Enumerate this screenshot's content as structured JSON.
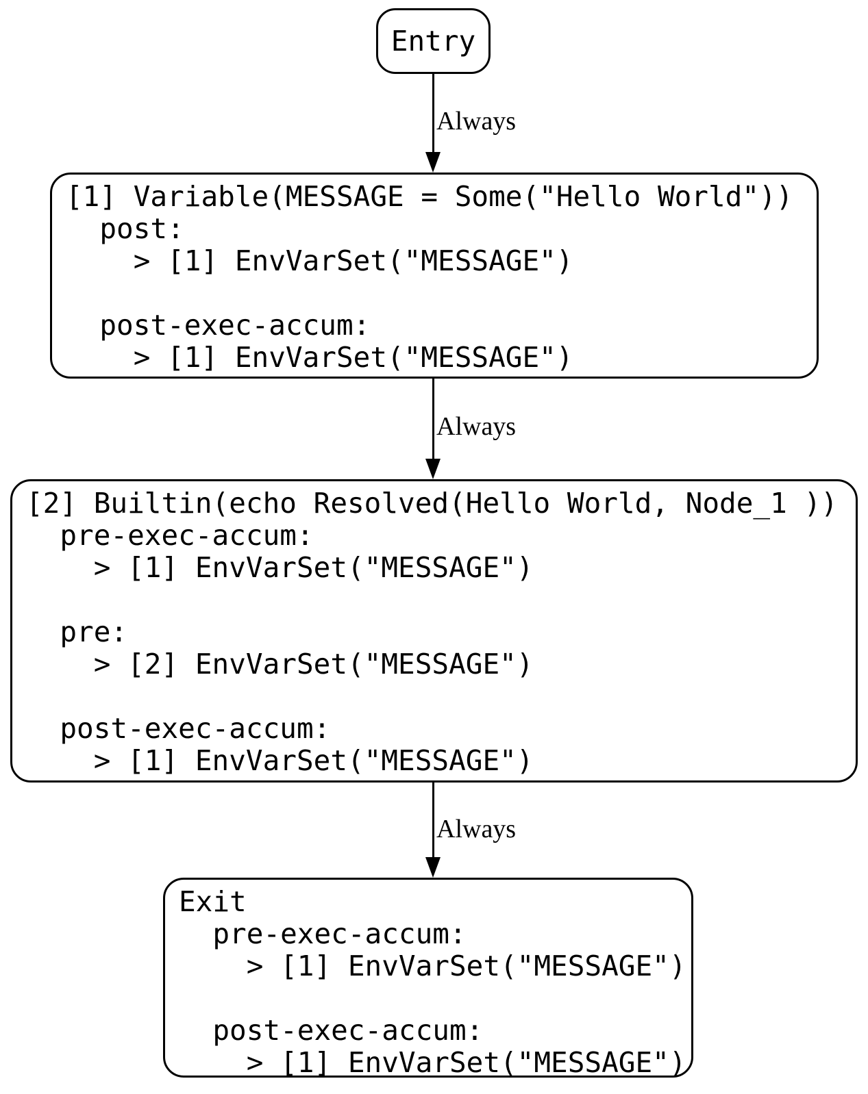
{
  "diagram": {
    "type": "control-flow-graph",
    "colors": {
      "background": "#ffffff",
      "stroke": "#000000",
      "text": "#000000"
    },
    "entry": {
      "label": "Entry"
    },
    "node1": {
      "lines": [
        "[1] Variable(MESSAGE = Some(\"Hello World\"))",
        "  post:",
        "    > [1] EnvVarSet(\"MESSAGE\")",
        "",
        "  post-exec-accum:",
        "    > [1] EnvVarSet(\"MESSAGE\")"
      ]
    },
    "node2": {
      "lines": [
        "[2] Builtin(echo Resolved(Hello World, Node_1 ))",
        "  pre-exec-accum:",
        "    > [1] EnvVarSet(\"MESSAGE\")",
        "",
        "  pre:",
        "    > [2] EnvVarSet(\"MESSAGE\")",
        "",
        "  post-exec-accum:",
        "    > [1] EnvVarSet(\"MESSAGE\")"
      ]
    },
    "exit": {
      "lines": [
        "Exit",
        "  pre-exec-accum:",
        "    > [1] EnvVarSet(\"MESSAGE\")",
        "",
        "  post-exec-accum:",
        "    > [1] EnvVarSet(\"MESSAGE\")"
      ]
    },
    "edges": [
      {
        "from": "Entry",
        "to": "[1] Variable",
        "label": "Always"
      },
      {
        "from": "[1] Variable",
        "to": "[2] Builtin",
        "label": "Always"
      },
      {
        "from": "[2] Builtin",
        "to": "Exit",
        "label": "Always"
      }
    ]
  }
}
